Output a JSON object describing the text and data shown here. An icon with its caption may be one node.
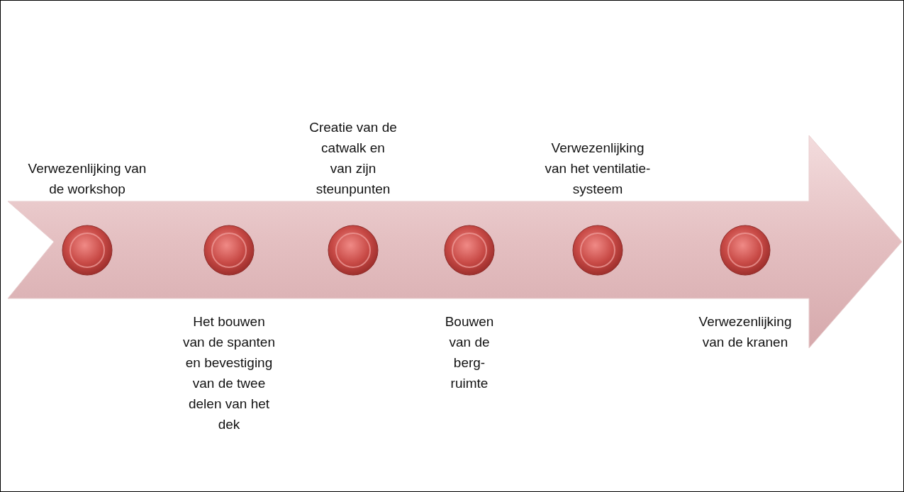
{
  "diagram": {
    "nodes": [
      {
        "text": [],
        "shape": "arrow"
      },
      {
        "text": [],
        "shape": "circle",
        "in": 0,
        "beside": [
          "Verwezenlijking van de workshop"
        ]
      },
      {
        "text": [],
        "shape": "circle",
        "in": 0,
        "beside": [
          "Het bouwen van de spanten en bevestiging van de twee delen van het dek"
        ]
      },
      {
        "text": [],
        "shape": "circle",
        "in": 0,
        "beside": [
          "Creatie van de catwalk en van zijn steunpunten"
        ]
      },
      {
        "text": [],
        "shape": "circle",
        "in": 0,
        "beside": [
          "Bouwen van de berg-ruimte"
        ]
      },
      {
        "text": [],
        "shape": "circle",
        "in": 0,
        "beside": [
          "Verwezenlijking van het ventilatie-systeem"
        ]
      },
      {
        "text": [],
        "shape": "circle",
        "in": 0,
        "beside": [
          "Verwezenlijking van de kranen"
        ]
      }
    ]
  }
}
